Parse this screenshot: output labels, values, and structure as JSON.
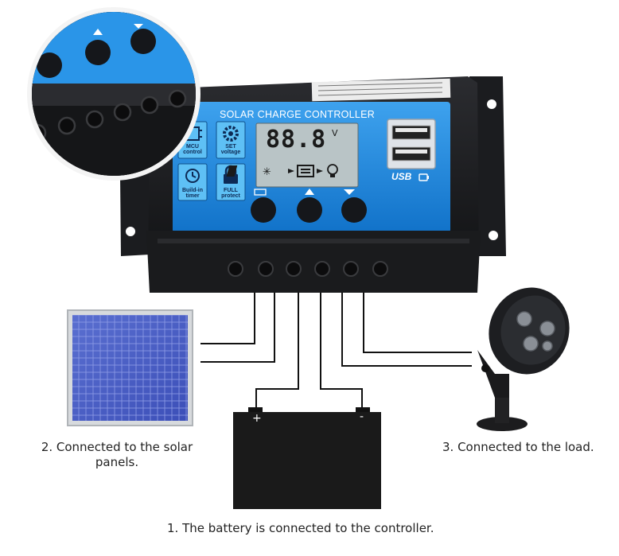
{
  "controller": {
    "title": "SOLAR CHARGE CONTROLLER",
    "lcd_digits": "88.8",
    "lcd_unit": "V",
    "usb_label": "USB",
    "icon_buttons": [
      {
        "line1": "MCU",
        "line2": "control",
        "icon": "chip-icon"
      },
      {
        "line1": "SET",
        "line2": "voltage",
        "icon": "gear-icon"
      },
      {
        "line1": "Build-in",
        "line2": "timer",
        "icon": "clock-icon"
      },
      {
        "line1": "FULL",
        "line2": "protect",
        "icon": "lock-icon"
      }
    ],
    "colors": {
      "body": "#1e1f22",
      "panel": "#1d8ce0",
      "lcd": "#b9c4c6"
    }
  },
  "captions": {
    "solar": [
      "2. Connected to the solar",
      "panels."
    ],
    "load": "3. Connected to the load.",
    "battery": "1. The battery is connected to the controller."
  },
  "battery": {
    "plus": "+",
    "minus": "-"
  }
}
